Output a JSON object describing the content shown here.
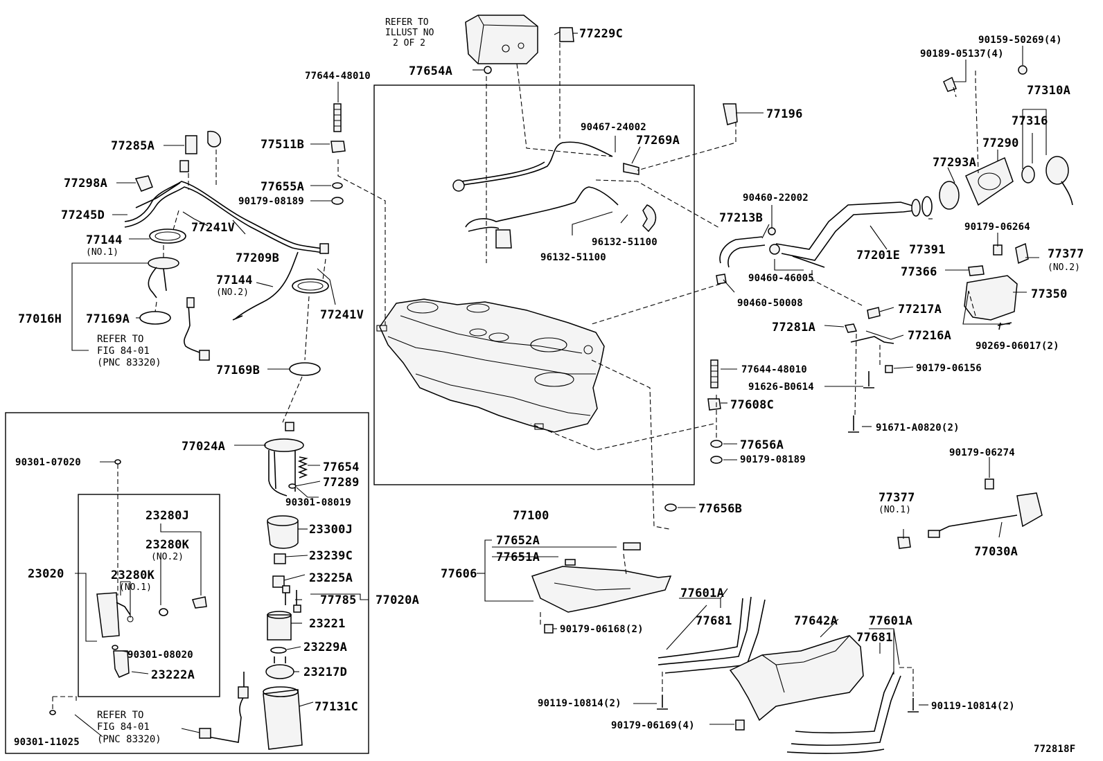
{
  "diagram_id": "772818F",
  "labels": {
    "refer_illust": [
      "REFER TO",
      "ILLUST NO",
      "2 OF 2"
    ],
    "refer_fig_1": [
      "REFER TO",
      "FIG 84-01",
      "(PNC 83320)"
    ],
    "refer_fig_2": [
      "REFER TO",
      "FIG 84-01",
      "(PNC 83320)"
    ],
    "no1": "(NO.1)",
    "no2": "(NO.2)"
  },
  "parts": {
    "p77229C": "77229C",
    "p77654A": "77654A",
    "p77644_48010_top": "77644-48010",
    "p77511B": "77511B",
    "p77655A": "77655A",
    "p90179_08189_top": "90179-08189",
    "p77285A": "77285A",
    "p77298A": "77298A",
    "p77245D": "77245D",
    "p77241V_top": "77241V",
    "p77144_no1": "77144",
    "p77209B": "77209B",
    "p77144_no2": "77144",
    "p77241V_bottom": "77241V",
    "p77016H": "77016H",
    "p77169A": "77169A",
    "p77169B": "77169B",
    "p90467_24002": "90467-24002",
    "p77269A": "77269A",
    "p96132_51100_a": "96132-51100",
    "p96132_51100_b": "96132-51100",
    "p77196": "77196",
    "p90460_22002": "90460-22002",
    "p77213B": "77213B",
    "p90460_46005": "90460-46005",
    "p90460_50008": "90460-50008",
    "p77201E": "77201E",
    "p77391": "77391",
    "p77293A": "77293A",
    "p77290": "77290",
    "p77316": "77316",
    "p77310A": "77310A",
    "p90159_50269": "90159-50269(4)",
    "p90189_05137": "90189-05137(4)",
    "p90179_06264": "90179-06264",
    "p77377_no2": "77377",
    "p77366": "77366",
    "p77350": "77350",
    "p90269_06017": "90269-06017(2)",
    "p77217A": "77217A",
    "p77281A": "77281A",
    "p77216A": "77216A",
    "p90179_06156": "90179-06156",
    "p91626_B0614": "91626-B0614",
    "p91671_A0820": "91671-A0820(2)",
    "p77644_48010_right": "77644-48010",
    "p77608C": "77608C",
    "p77656A": "77656A",
    "p90179_08189_right": "90179-08189",
    "p77656B": "77656B",
    "p90179_06274": "90179-06274",
    "p77377_no1": "77377",
    "p77030A": "77030A",
    "p77100": "77100",
    "p77652A": "77652A",
    "p77651A": "77651A",
    "p77606": "77606",
    "p90179_06168": "90179-06168(2)",
    "p77601A_a": "77601A",
    "p77681_a": "77681",
    "p77642A": "77642A",
    "p77601A_b": "77601A",
    "p77681_b": "77681",
    "p90119_10814_a": "90119-10814(2)",
    "p90179_06169": "90179-06169(4)",
    "p90119_10814_b": "90119-10814(2)",
    "p77024A": "77024A",
    "p77654": "77654",
    "p77289": "77289",
    "p90301_08019": "90301-08019",
    "p23300J": "23300J",
    "p23239C": "23239C",
    "p23225A": "23225A",
    "p77785": "77785",
    "p77020A": "77020A",
    "p23221": "23221",
    "p23229A": "23229A",
    "p23217D": "23217D",
    "p77131C": "77131C",
    "p90301_07020": "90301-07020",
    "p23280J": "23280J",
    "p23280K_no2": "23280K",
    "p23280K_no1": "23280K",
    "p23020": "23020",
    "p90301_08020": "90301-08020",
    "p23222A": "23222A",
    "p90301_11025": "90301-11025"
  }
}
